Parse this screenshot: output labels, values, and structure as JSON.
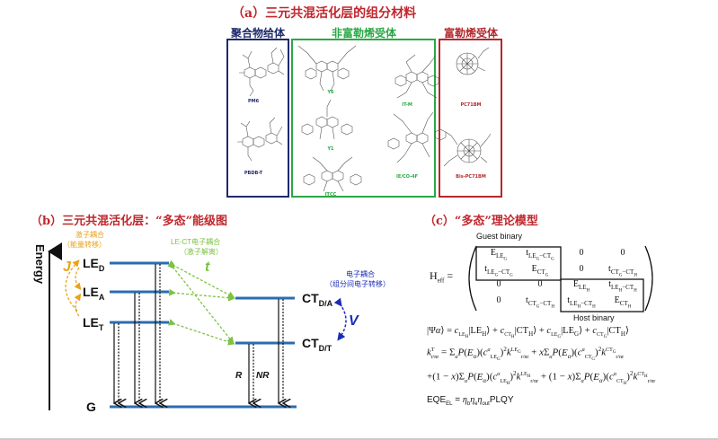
{
  "panel_a": {
    "title": "（a）三元共混活化层的组分材料",
    "groups": [
      {
        "name": "聚合物给体",
        "color": "#1f2a6b",
        "molecules": [
          "PM6",
          "PBDB-T"
        ]
      },
      {
        "name": "非富勒烯受体",
        "color": "#2aa845",
        "molecules": [
          "Y6",
          "IT-M",
          "Y1",
          "IE/CO-4F",
          "ITCC"
        ]
      },
      {
        "name": "富勒烯受体",
        "color": "#b3282d",
        "molecules": [
          "PC71BM",
          "Bis-PC71BM"
        ]
      }
    ]
  },
  "panel_b": {
    "title": "（b）三元共混活化层：“多态”能级图",
    "axis_label": "Energy",
    "exciton_coupling": {
      "line1": "激子耦合",
      "line2": "（能量转移）",
      "symbol": "J",
      "color": "#e8a317"
    },
    "lect_coupling": {
      "line1": "LE-CT电子耦合",
      "line2": "（激子解离）",
      "symbol": "t",
      "color": "#7dc242"
    },
    "electron_coupling": {
      "line1": "电子耦合",
      "line2": "（组分间电子转移）",
      "symbol": "V",
      "color": "#1a2db8"
    },
    "levels": {
      "le_d": {
        "main": "LE",
        "sub": "D"
      },
      "le_a": {
        "main": "LE",
        "sub": "A"
      },
      "le_t": {
        "main": "LE",
        "sub": "T"
      },
      "ct_da": {
        "main": "CT",
        "sub": "D/A"
      },
      "ct_dt": {
        "main": "CT",
        "sub": "D/T"
      },
      "g": {
        "main": "G",
        "sub": ""
      }
    },
    "decay_labels": {
      "radiative": "R",
      "nonradiative": "NR"
    },
    "level_color": "#2a6db0"
  },
  "panel_c": {
    "title": "（c）“多态”理论模型",
    "guest_label": "Guest binary",
    "host_label": "Host binary",
    "heff_label": "H",
    "heff_sub": "eff",
    "equals": "=",
    "matrix": [
      [
        "E_LEG",
        "t_LEG-CTG",
        "0",
        "0"
      ],
      [
        "t_LEG-CTG",
        "E_CTG",
        "0",
        "t_CTG-CTH"
      ],
      [
        "0",
        "0",
        "E_LEH",
        "t_LEH-CTH"
      ],
      [
        "0",
        "t_CTG-CTH",
        "t_LEH-CTH",
        "E_CTH"
      ]
    ],
    "eq_psi": "|Ψα⟩ = c_LEH|LEH⟩ + c_CTH|CTH⟩ + c_LEG|LEG⟩ + c_CTG|CTH⟩",
    "eq_k1": "k^T_r/nr = Σα P(Eα)(c^α_LEG)² k^LEG_r/nr + xΣα P(Eα)(c^α_CTG)² k^CTG_r/nr",
    "eq_k2": "+(1 − x)Σα P(Eα)(c^α_LEH)² k^LEH_r/nr + (1 − x)Σα P(Eα)(c^α_CTH)² k^CTH_r/nr",
    "eq_eqe": "EQE_EL = ηb ηe ηout PLQY"
  }
}
